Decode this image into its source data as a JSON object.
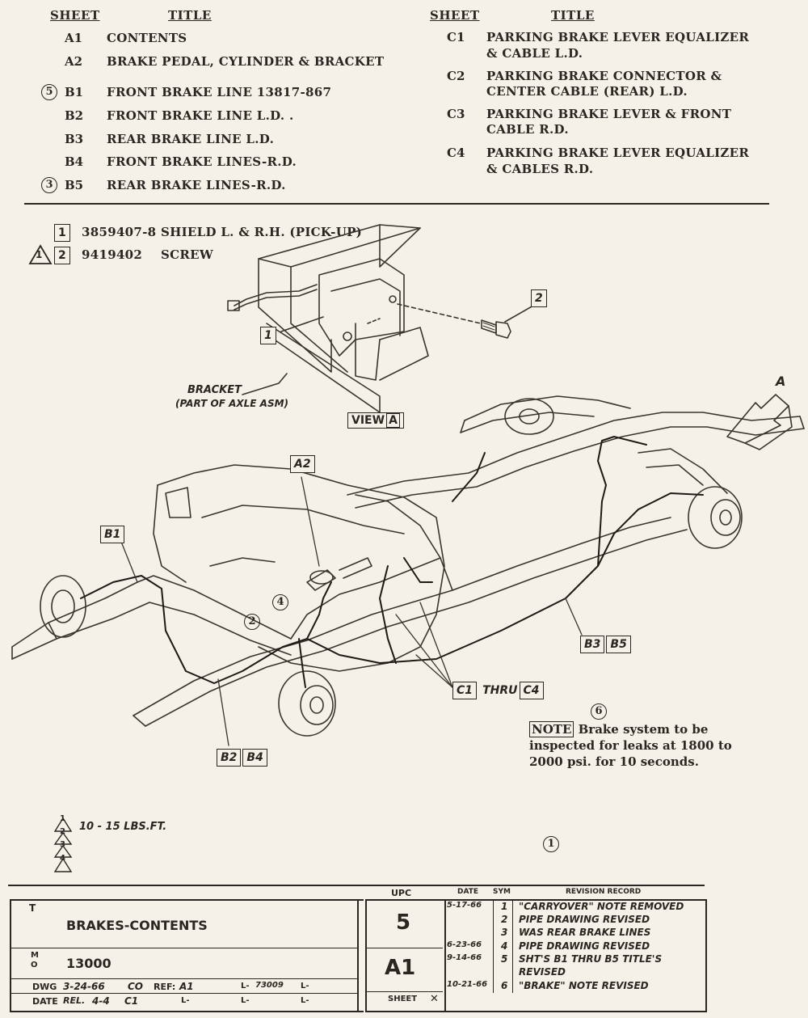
{
  "contents": {
    "left_headers": {
      "sheet": "SHEET",
      "title": "TITLE"
    },
    "right_headers": {
      "sheet": "SHEET",
      "title": "TITLE"
    },
    "left_rows": [
      {
        "mark": "",
        "sheet": "A1",
        "title": "CONTENTS"
      },
      {
        "mark": "",
        "sheet": "A2",
        "title": "BRAKE PEDAL, CYLINDER & BRACKET"
      },
      {
        "mark": "5",
        "sheet": "B1",
        "title": "FRONT BRAKE LINE 13817-867"
      },
      {
        "mark": "",
        "sheet": "B2",
        "title": "FRONT BRAKE LINE L.D. ."
      },
      {
        "mark": "",
        "sheet": "B3",
        "title": "REAR BRAKE LINE L.D."
      },
      {
        "mark": "",
        "sheet": "B4",
        "title": "FRONT BRAKE LINES-R.D."
      },
      {
        "mark": "3",
        "sheet": "B5",
        "title": "REAR BRAKE LINES-R.D."
      }
    ],
    "right_rows": [
      {
        "sheet": "C1",
        "line1": "PARKING BRAKE LEVER EQUALIZER",
        "line2": "& CABLE L.D."
      },
      {
        "sheet": "C2",
        "line1": "PARKING BRAKE CONNECTOR &",
        "line2": "CENTER CABLE (REAR) L.D."
      },
      {
        "sheet": "C3",
        "line1": "PARKING BRAKE LEVER & FRONT",
        "line2": "CABLE R.D."
      },
      {
        "sheet": "C4",
        "line1": "PARKING BRAKE LEVER EQUALIZER",
        "line2": "& CABLES R.D."
      }
    ]
  },
  "parts": [
    {
      "key": "1",
      "tri": "",
      "number": "3859407-8",
      "desc": "SHIELD L. & R.H. (PICK-UP)"
    },
    {
      "key": "2",
      "tri": "1",
      "number": "9419402",
      "desc": "SCREW"
    }
  ],
  "diagram": {
    "callout_1": "1",
    "callout_2": "2",
    "bracket_label_1": "BRACKET",
    "bracket_label_2": "(PART OF AXLE ASM)",
    "view_label": "VIEW",
    "view_letter": "A",
    "arrow_letter": "A",
    "label_a2": "A2",
    "label_b1": "B1",
    "label_b2": "B2",
    "label_b4": "B4",
    "label_b3": "B3",
    "label_b5": "B5",
    "label_c1": "C1",
    "label_thru": "THRU",
    "label_c4": "C4",
    "circle_4": "4",
    "circle_2": "2",
    "circle_6": "6",
    "circle_1": "1"
  },
  "note": {
    "label": "NOTE",
    "line1": "Brake system to be",
    "line2": "inspected for leaks at 1800 to",
    "line3": "2000 psi. for 10 seconds."
  },
  "torque": {
    "tri1": "1",
    "value": "10 - 15 LBS.FT.",
    "tri2": "2",
    "tri3": "3",
    "tri4": "4"
  },
  "title_block": {
    "corner_t": "T",
    "corner_m": "M",
    "corner_o": "O",
    "title": "BRAKES-CONTENTS",
    "number": "13000",
    "upc_label": "UPC",
    "upc_value": "5",
    "sheet_value": "A1",
    "sheet_label": "SHEET",
    "dwg_label": "DWG",
    "dwg_date": "3-24-66",
    "dwg_init": "CO",
    "ref_label": "REF:",
    "ref_value": "A1",
    "l1": "L-",
    "l1_value": "73009",
    "l2": "L-",
    "date_label": "DATE",
    "rel_label": "REL.",
    "rel_date": "4-4",
    "rel_init": "C1",
    "l3": "L-",
    "l4": "L-",
    "l5": "L-",
    "date_col": "DATE",
    "sym_col": "SYM",
    "rev_col": "REVISION RECORD",
    "revisions": [
      {
        "date": "5-17-66",
        "sym": "1",
        "text": "\"CARRYOVER\" NOTE REMOVED"
      },
      {
        "date": "",
        "sym": "2",
        "text": "PIPE DRAWING REVISED"
      },
      {
        "date": "",
        "sym": "3",
        "text": "WAS REAR BRAKE LINES"
      },
      {
        "date": "6-23-66",
        "sym": "4",
        "text": "PIPE DRAWING REVISED"
      },
      {
        "date": "9-14-66",
        "sym": "5",
        "text": "SHT'S B1 THRU B5 TITLE'S"
      },
      {
        "date": "",
        "sym": "",
        "text": "REVISED"
      },
      {
        "date": "10-21-66",
        "sym": "6",
        "text": "\"BRAKE\" NOTE REVISED"
      }
    ]
  }
}
